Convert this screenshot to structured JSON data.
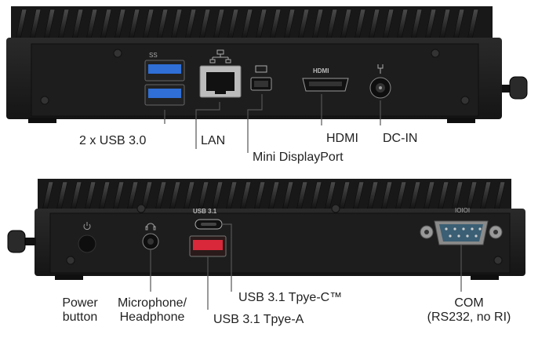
{
  "rear_panel": {
    "port_markings": {
      "usb": "SS",
      "lan": "",
      "dp": "",
      "hdmi": "HDMI"
    },
    "callouts": {
      "usb": "2 x USB 3.0",
      "lan": "LAN",
      "mini_dp": "Mini DisplayPort",
      "hdmi": "HDMI",
      "dc_in": "DC-IN"
    }
  },
  "front_panel": {
    "port_markings": {
      "usb31": "USB 3.1",
      "com": "IOIOI"
    },
    "callouts": {
      "power_line1": "Power",
      "power_line2": "button",
      "mic_line1": "Microphone/",
      "mic_line2": "Headphone",
      "usb_c": "USB 3.1 Tpye-C™",
      "usb_a": "USB 3.1 Tpye-A",
      "com_line1": "COM",
      "com_line2": "(RS232, no RI)"
    }
  },
  "colors": {
    "chassis": "#1b1b1b",
    "usb3_blue": "#2f6fd6",
    "usb31_red": "#d8283a",
    "com_blue": "#3b5f74"
  }
}
